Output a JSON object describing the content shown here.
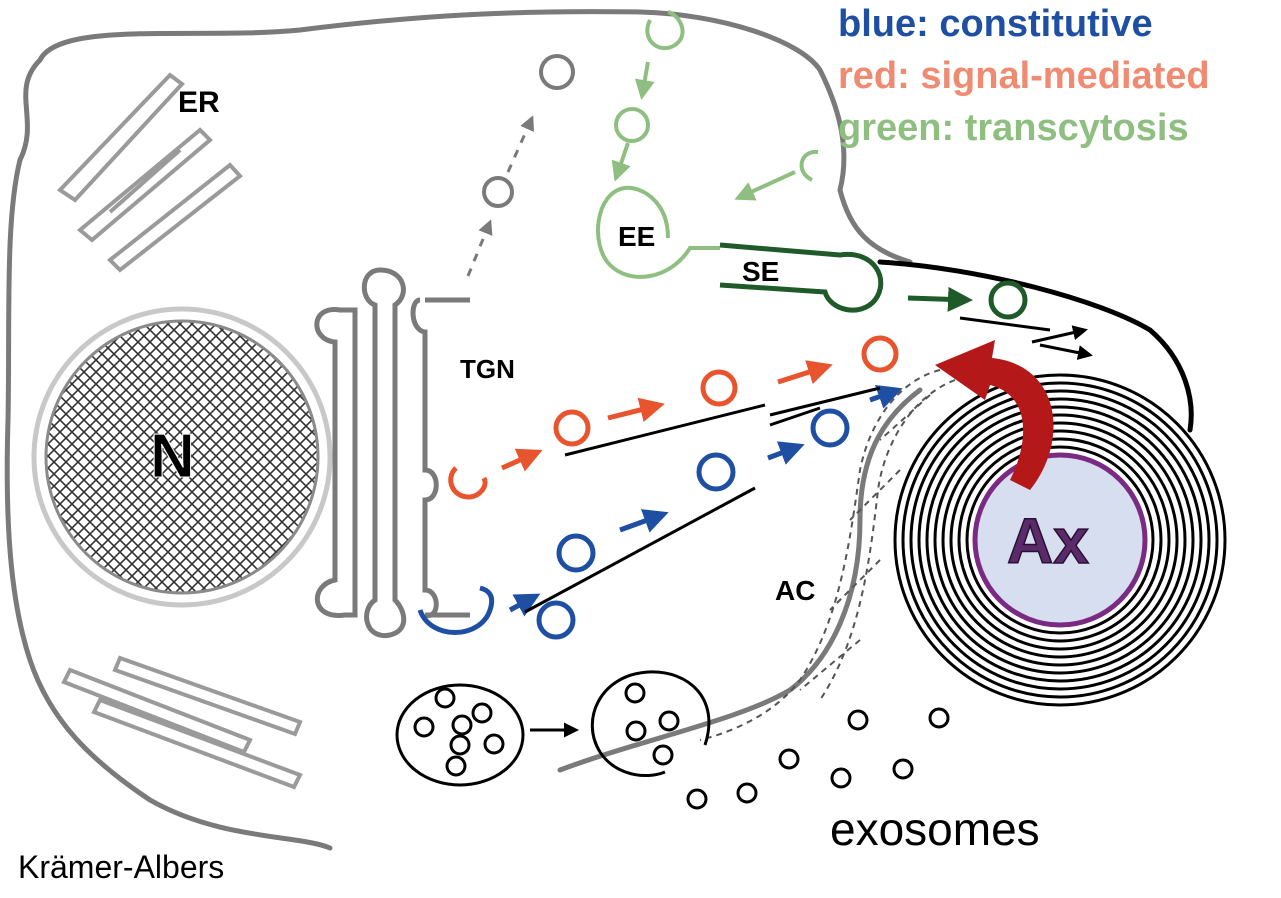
{
  "legend": {
    "blue": "blue: constitutive",
    "red": "red: signal-mediated",
    "green": "green: transcytosis"
  },
  "labels": {
    "er": "ER",
    "nucleus": "N",
    "tgn": "TGN",
    "ee": "EE",
    "se": "SE",
    "ac": "AC",
    "axon": "Ax",
    "exosomes": "exosomes",
    "credit": "Krämer-Albers"
  },
  "colors": {
    "blue": "#1e4fa3",
    "red": "#e8542e",
    "red_legend": "#f08a70",
    "green": "#8fbf80",
    "dark_green": "#1f5a2a",
    "gray": "#7a7a7a",
    "axon_fill": "#d6def0",
    "axon_ring": "#7a2a82",
    "axon_text": "#5a2a6a",
    "arrow_red": "#b51818"
  }
}
